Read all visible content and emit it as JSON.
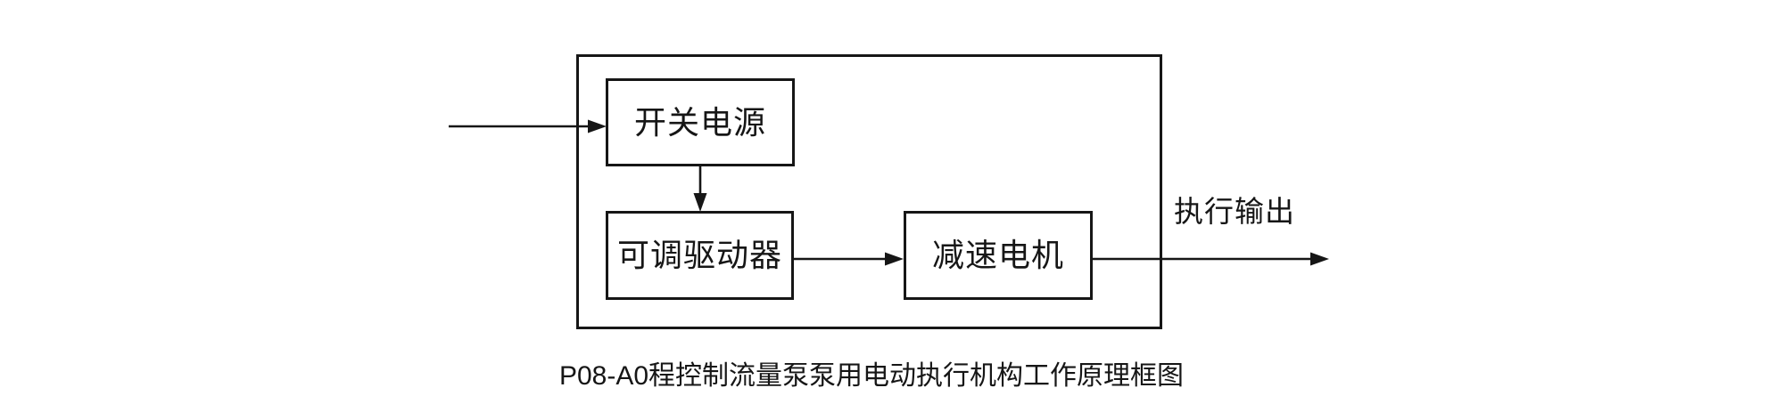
{
  "diagram": {
    "background_color": "#ffffff",
    "line_color": "#161616",
    "nodes": [
      {
        "id": "power",
        "label": "开关电源"
      },
      {
        "id": "driver",
        "label": "可调驱动器"
      },
      {
        "id": "motor",
        "label": "减速电机"
      }
    ],
    "connections": [
      {
        "from": "external-input",
        "to": "power",
        "type": "arrow"
      },
      {
        "from": "power",
        "to": "driver",
        "type": "arrow"
      },
      {
        "from": "driver",
        "to": "motor",
        "type": "arrow"
      },
      {
        "from": "motor",
        "to": "external-output",
        "type": "arrow",
        "label": "执行输出"
      }
    ],
    "output_label": "执行输出",
    "caption": "P08-A0程控制流量泵泵用电动执行机构工作原理框图"
  }
}
